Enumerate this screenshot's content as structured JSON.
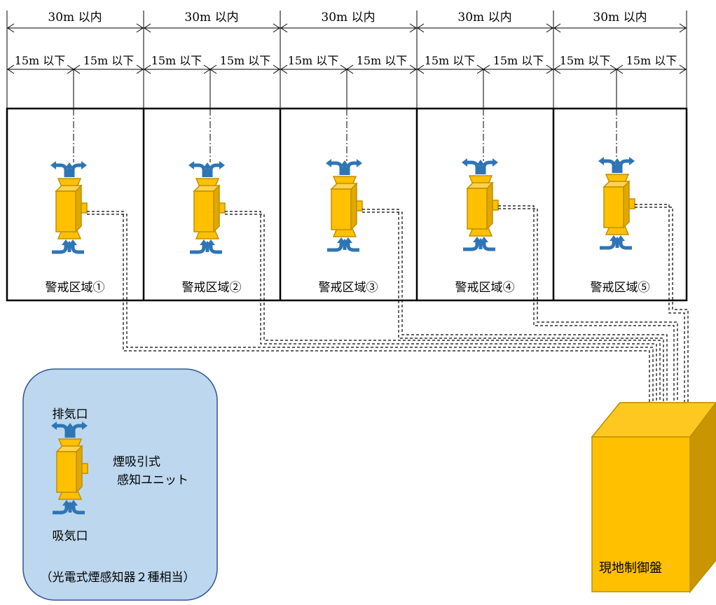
{
  "dimensions": {
    "width_label": "30m 以内",
    "half_label": "15m 以下"
  },
  "zones": [
    {
      "label": "警戒区域①"
    },
    {
      "label": "警戒区域②"
    },
    {
      "label": "警戒区域③"
    },
    {
      "label": "警戒区域④"
    },
    {
      "label": "警戒区域⑤"
    }
  ],
  "legend": {
    "exhaust_label": "排気口",
    "unit_label_line1": "煙吸引式",
    "unit_label_line2": "感知ユニット",
    "intake_label": "吸気口",
    "equivalent_note": "（光電式煙感知器２種相当）"
  },
  "panel": {
    "label": "現地制御盤"
  },
  "colors": {
    "unit_fill": "#FFC000",
    "unit_stroke": "#BF8F00",
    "arrow_fill": "#2E75B6",
    "legend_bg": "#BDD7EE",
    "legend_stroke": "#2F5597"
  }
}
